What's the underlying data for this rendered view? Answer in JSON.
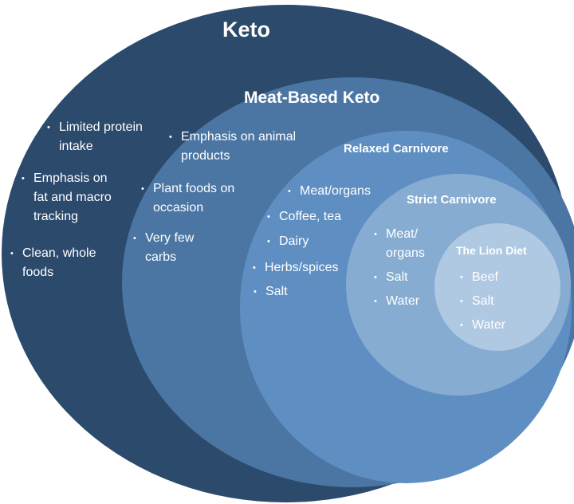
{
  "colors": {
    "keto": "#2b4a6c",
    "meat_based_keto": "#4b76a4",
    "relaxed_carnivore": "#5f8fc2",
    "strict_carnivore": "#86acd2",
    "lion_diet": "#b0c9e2"
  },
  "keto": {
    "title": "Keto",
    "items": [
      "Limited protein intake",
      "Emphasis on fat and macro tracking",
      "Clean, whole foods"
    ]
  },
  "meat_based_keto": {
    "title": "Meat-Based Keto",
    "items": [
      "Emphasis on animal products",
      "Plant foods on occasion",
      "Very few carbs"
    ]
  },
  "relaxed_carnivore": {
    "title": "Relaxed Carnivore",
    "items": [
      "Meat/organs",
      "Coffee, tea",
      "Dairy",
      "Herbs/spices",
      "Salt"
    ]
  },
  "strict_carnivore": {
    "title": "Strict Carnivore",
    "items": [
      "Meat/ organs",
      "Salt",
      "Water"
    ]
  },
  "lion_diet": {
    "title": "The Lion Diet",
    "items": [
      "Beef",
      "Salt",
      "Water"
    ]
  }
}
